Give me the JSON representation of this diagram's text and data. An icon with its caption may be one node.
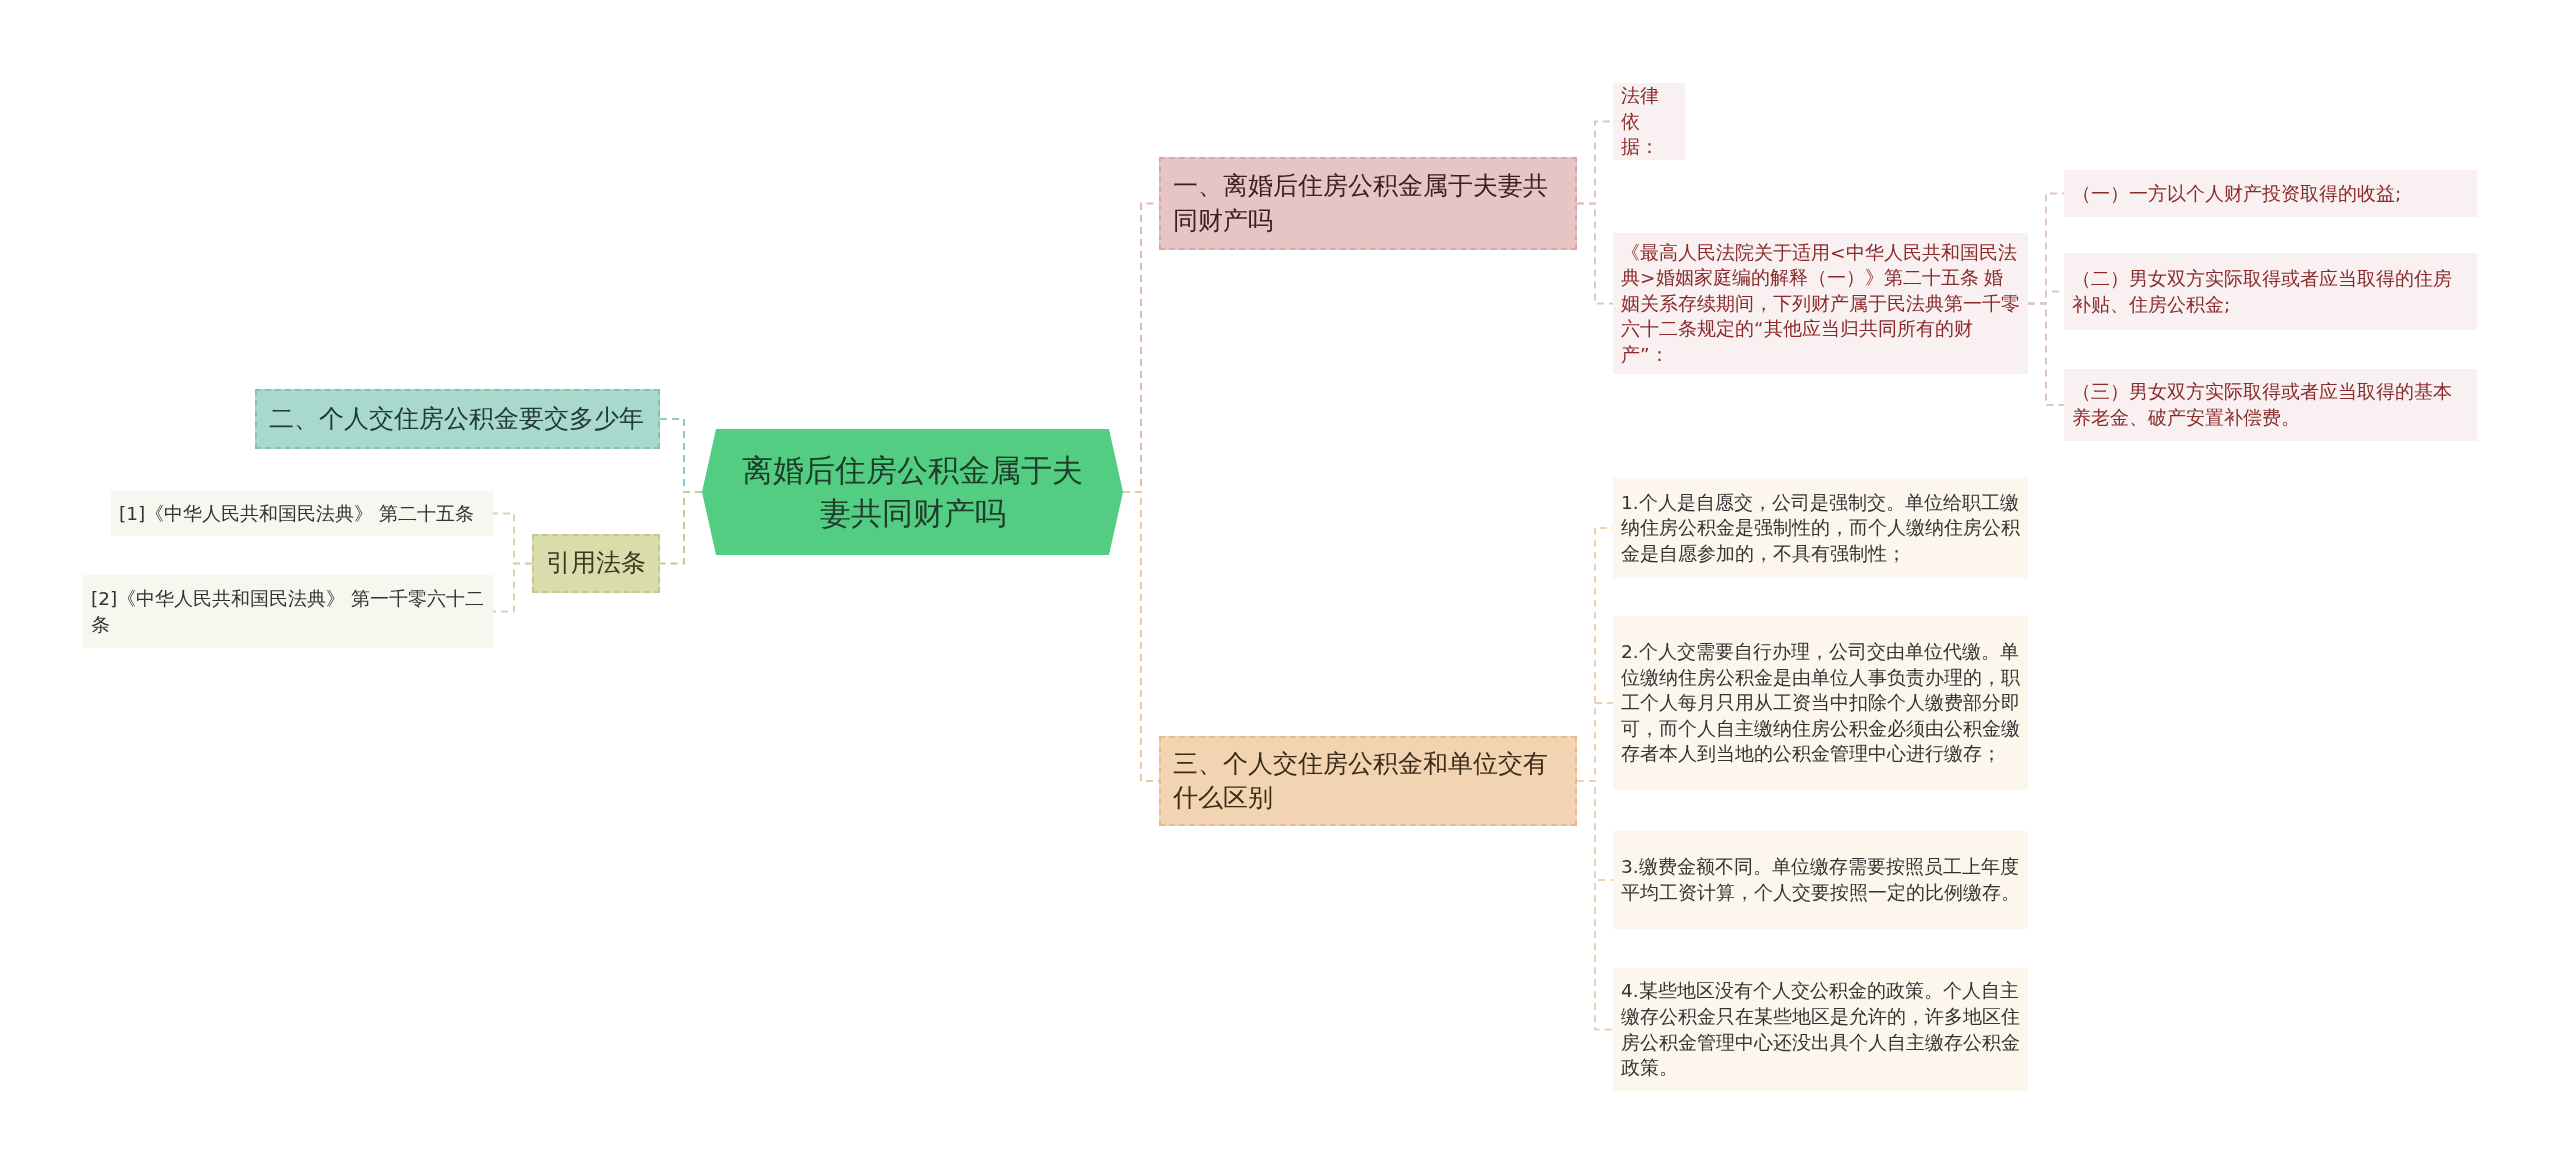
{
  "diagram": {
    "nodes": [
      {
        "text": [
          "离婚后住房公积金属于夫妻共同财产吗"
        ]
      },
      {
        "text": [
          "一、离婚后住房公积金属于夫妻共同财产吗"
        ]
      },
      {
        "text": [
          "法律依据："
        ]
      },
      {
        "text": [
          "《最高人民法院关于适用<中华人民共和国民法典>婚姻家庭编的解释（一）》第二十五条 婚姻关系存续期间，下列财产属于民法典第一千零六十二条规定的“其他应当归共同所有的财产”："
        ]
      },
      {
        "text": [
          "（一）一方以个人财产投资取得的收益;"
        ]
      },
      {
        "text": [
          "（二）男女双方实际取得或者应当取得的住房补贴、住房公积金;"
        ]
      },
      {
        "text": [
          "（三）男女双方实际取得或者应当取得的基本养老金、破产安置补偿费。"
        ]
      },
      {
        "text": [
          "三、个人交住房公积金和单位交有什么区别"
        ]
      },
      {
        "text": [
          "1.个人是自愿交，公司是强制交。单位给职工缴纳住房公积金是强制性的，而个人缴纳住房公积金是自愿参加的，不具有强制性；"
        ]
      },
      {
        "text": [
          "2.个人交需要自行办理，公司交由单位代缴。单位缴纳住房公积金是由单位人事负责办理的，职工个人每月只用从工资当中扣除个人缴费部分即可，而个人自主缴纳住房公积金必须由公积金缴存者本人到当地的公积金管理中心进行缴存；"
        ]
      },
      {
        "text": [
          "3.缴费金额不同。单位缴存需要按照员工上年度平均工资计算，个人交要按照一定的比例缴存。"
        ]
      },
      {
        "text": [
          "4.某些地区没有个人交公积金的政策。个人自主缴存公积金只在某些地区是允许的，许多地区住房公积金管理中心还没出具个人自主缴存公积金政策。"
        ]
      },
      {
        "text": [
          "二、个人交住房公积金要交多少年"
        ]
      },
      {
        "text": [
          "引用法条"
        ]
      },
      {
        "text": [
          "[1]《中华人民共和国民法典》 第二十五条"
        ]
      },
      {
        "text": [
          "[2]《中华人民共和国民法典》 第一千零六十二条"
        ]
      }
    ],
    "edges": [
      {
        "from": 0,
        "to": 1,
        "arrow": "none",
        "style": "dashed",
        "color": "#e0b8b8"
      },
      {
        "from": 1,
        "to": 2,
        "arrow": "none",
        "style": "dashed",
        "color": "#e0c4c4"
      },
      {
        "from": 1,
        "to": 3,
        "arrow": "none",
        "style": "dashed",
        "color": "#e0c4c4"
      },
      {
        "from": 3,
        "to": 4,
        "arrow": "none",
        "style": "dashed",
        "color": "#e0c4c4"
      },
      {
        "from": 3,
        "to": 5,
        "arrow": "none",
        "style": "dashed",
        "color": "#e0c4c4"
      },
      {
        "from": 3,
        "to": 6,
        "arrow": "none",
        "style": "dashed",
        "color": "#e0c4c4"
      },
      {
        "from": 0,
        "to": 7,
        "arrow": "none",
        "style": "dashed",
        "color": "#ecc9a0"
      },
      {
        "from": 7,
        "to": 8,
        "arrow": "none",
        "style": "dashed",
        "color": "#ecd2b4"
      },
      {
        "from": 7,
        "to": 9,
        "arrow": "none",
        "style": "dashed",
        "color": "#ecd2b4"
      },
      {
        "from": 7,
        "to": 10,
        "arrow": "none",
        "style": "dashed",
        "color": "#ecd2b4"
      },
      {
        "from": 7,
        "to": 11,
        "arrow": "none",
        "style": "dashed",
        "color": "#ecd2b4"
      },
      {
        "from": 0,
        "to": 12,
        "arrow": "none",
        "style": "dashed",
        "color": "#8ecbbd"
      },
      {
        "from": 0,
        "to": 13,
        "arrow": "none",
        "style": "dashed",
        "color": "#c4cc8a"
      },
      {
        "from": 13,
        "to": 14,
        "arrow": "none",
        "style": "dashed",
        "color": "#d4d8b0"
      },
      {
        "from": 13,
        "to": 15,
        "arrow": "none",
        "style": "dashed",
        "color": "#d4d8b0"
      }
    ]
  }
}
